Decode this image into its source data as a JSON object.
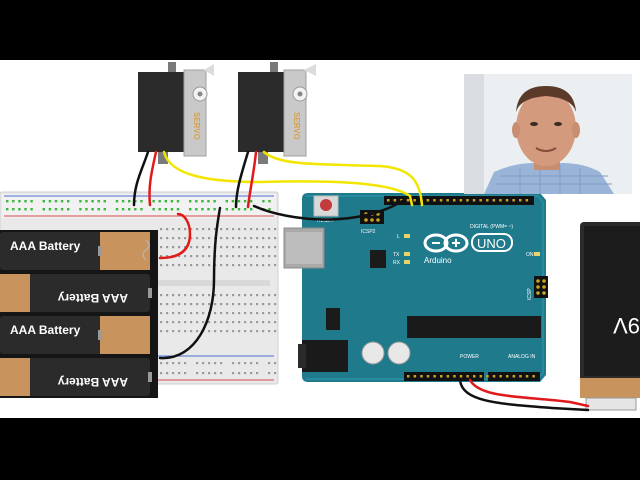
{
  "diagram": {
    "servos": [
      {
        "label": "SERVO"
      },
      {
        "label": "SERVO"
      }
    ],
    "batteries": [
      {
        "label": "AAA Battery",
        "flipped": false
      },
      {
        "label": "AAA Battery",
        "flipped": true
      },
      {
        "label": "AAA Battery",
        "flipped": false
      },
      {
        "label": "AAA Battery",
        "flipped": true
      }
    ],
    "arduino": {
      "brand_label": "Arduino",
      "model_label": "UNO",
      "reset_label": "RESET",
      "icsp2_label": "ICSP2",
      "icsp_label": "ICSP",
      "digital_label": "DIGITAL (PWM= ~)",
      "power_label": "POWER",
      "analog_label": "ANALOG IN",
      "l_label": "L",
      "tx_label": "TX",
      "rx_label": "RX",
      "on_label": "ON"
    },
    "battery_9v": {
      "label": "9V"
    }
  },
  "colors": {
    "letterbox": "#000000",
    "canvas": "#ffffff",
    "arduino_board": "#1f7a8c",
    "wire_red": "#e01a1a",
    "wire_black": "#111111",
    "wire_yellow": "#f2e600",
    "battery_body": "#2b2b2b",
    "battery_tan": "#c8935c"
  }
}
